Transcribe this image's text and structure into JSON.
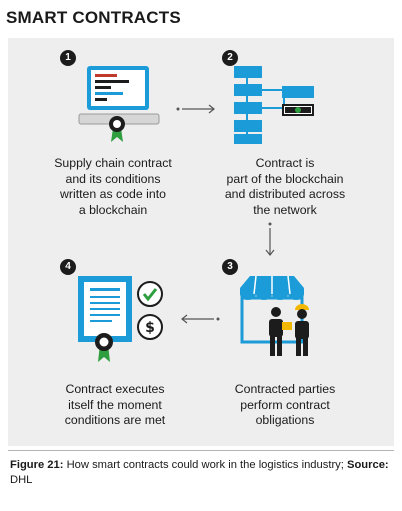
{
  "title": "SMART CONTRACTS",
  "steps": [
    {
      "number": "1",
      "text_lines": [
        "Supply chain contract",
        "and its conditions",
        "written as code into",
        "a blockchain"
      ]
    },
    {
      "number": "2",
      "text_lines": [
        "Contract is",
        "part of the blockchain",
        "and distributed across",
        "the network"
      ]
    },
    {
      "number": "3",
      "text_lines": [
        "Contracted parties",
        "perform contract",
        "obligations"
      ]
    },
    {
      "number": "4",
      "text_lines": [
        "Contract executes",
        "itself the moment",
        "conditions are met"
      ]
    }
  ],
  "caption": {
    "figure_label": "Figure 21:",
    "text": " How smart contracts could work in the logistics industry; ",
    "source_label": "Source:",
    "source": " DHL"
  },
  "colors": {
    "accent": "#1b9bd7",
    "dark": "#1c1c1c",
    "panel": "#eeeeee",
    "check_green": "#2e9e3f",
    "code_red": "#c0392b",
    "worker_yellow": "#f2b700"
  },
  "icons": [
    "laptop-contract-icon",
    "blockchain-network-icon",
    "storefront-workers-icon",
    "contract-check-dollar-icon"
  ]
}
